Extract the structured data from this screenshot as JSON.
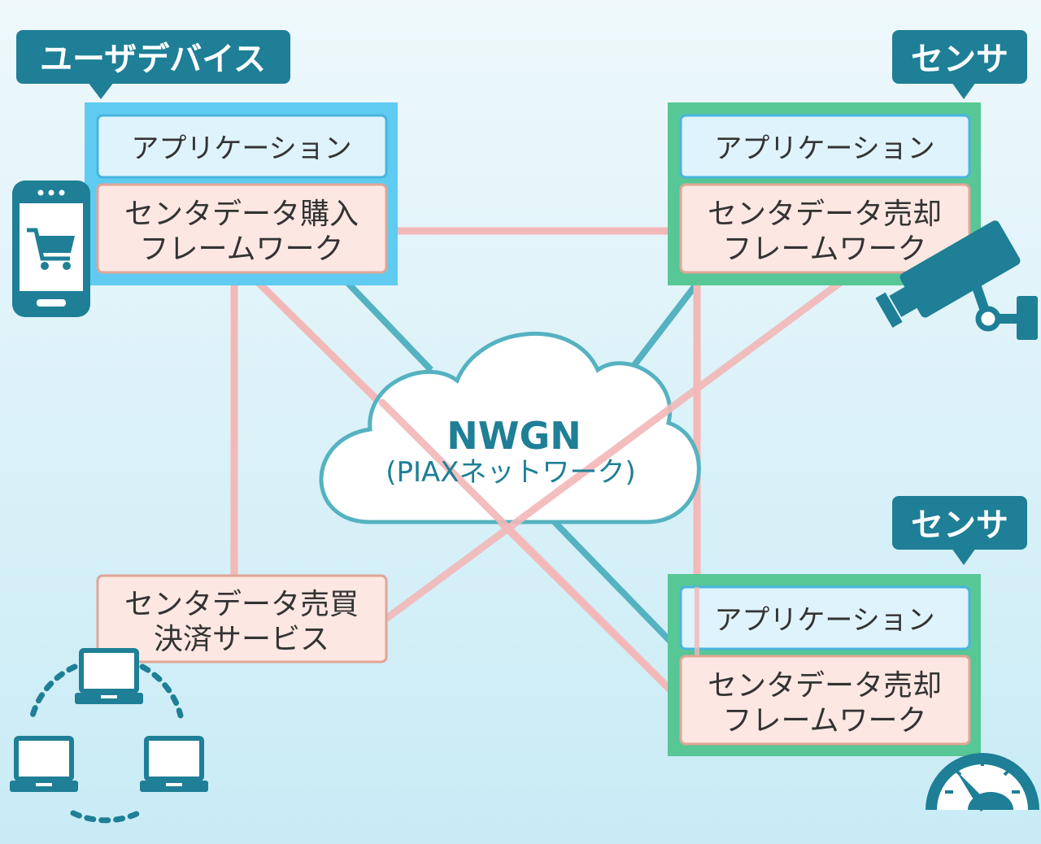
{
  "labels": {
    "user_device": "ユーザデバイス",
    "sensor_top": "センサ",
    "sensor_bottom": "センサ"
  },
  "user_device_node": {
    "application": "アプリケーション",
    "framework_line1": "センタデータ購入",
    "framework_line2": "フレームワーク"
  },
  "sensor_top_node": {
    "application": "アプリケーション",
    "framework_line1": "センタデータ売却",
    "framework_line2": "フレームワーク"
  },
  "sensor_bottom_node": {
    "application": "アプリケーション",
    "framework_line1": "センタデータ売却",
    "framework_line2": "フレームワーク"
  },
  "settlement_service": {
    "line1": "センタデータ売買",
    "line2": "決済サービス"
  },
  "network": {
    "title": "NWGN",
    "subtitle": "(PIAXネットワーク)"
  },
  "icons": [
    "smartphone-cart-icon",
    "security-camera-icon",
    "gauge-meter-icon",
    "laptop-icon"
  ],
  "colors": {
    "tag": "#1e7f96",
    "user_frame": "#5fcbf1",
    "sensor_frame": "#57c796",
    "app_fill": "#dff3fc",
    "app_border": "#49b4df",
    "framework_fill": "#fde7e2",
    "framework_border": "#e0a596",
    "pink_link": "#f3b8b8",
    "teal_link": "#55b2c0"
  }
}
